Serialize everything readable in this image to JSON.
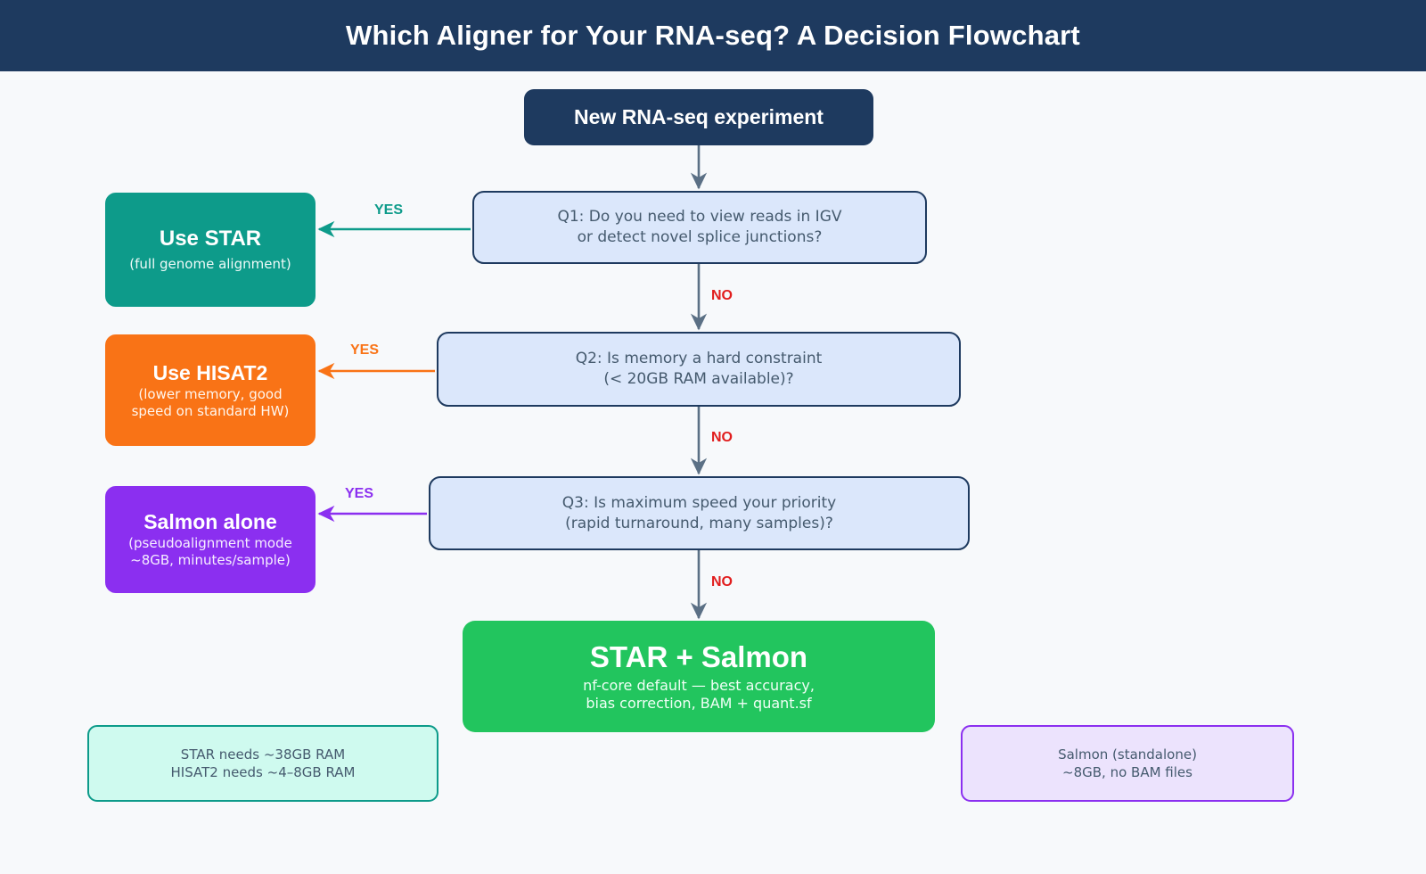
{
  "header": {
    "title": "Which Aligner for Your RNA-seq? A Decision Flowchart",
    "bg_color": "#1e3a5f",
    "text_color": "#ffffff"
  },
  "canvas": {
    "background": "#f7f9fb"
  },
  "nodes": {
    "start": {
      "label": "New RNA-seq experiment",
      "fill": "#1e3a5f",
      "text_color": "#ffffff"
    },
    "q1": {
      "text": "Q1: Do you need to view reads in IGV\nor detect novel splice junctions?",
      "fill": "#dbe7fb",
      "border": "#1e3a5f"
    },
    "q2": {
      "text": "Q2: Is memory a hard constraint\n(< 20GB RAM available)?",
      "fill": "#dbe7fb",
      "border": "#1e3a5f"
    },
    "q3": {
      "text": "Q3: Is maximum speed your priority\n(rapid turnaround, many samples)?",
      "fill": "#dbe7fb",
      "border": "#1e3a5f"
    },
    "star": {
      "title": "Use STAR",
      "subtitle": "(full genome alignment)",
      "fill": "#0d9b8a",
      "text_color": "#ffffff"
    },
    "hisat2": {
      "title": "Use HISAT2",
      "subtitle": "(lower memory, good\nspeed on standard HW)",
      "fill": "#f97316",
      "text_color": "#ffffff"
    },
    "salmon": {
      "title": "Salmon alone",
      "subtitle": "(pseudoalignment mode\n~8GB, minutes/sample)",
      "fill": "#8b2ff0",
      "text_color": "#ffffff"
    },
    "final": {
      "title": "STAR + Salmon",
      "subtitle": "nf-core default — best accuracy,\nbias correction, BAM + quant.sf",
      "fill": "#22c55e",
      "text_color": "#ffffff"
    }
  },
  "edges": {
    "yes_1": {
      "label": "YES",
      "color": "#0d9b8a"
    },
    "yes_2": {
      "label": "YES",
      "color": "#f97316"
    },
    "yes_3": {
      "label": "YES",
      "color": "#8b2ff0"
    },
    "no_1": {
      "label": "NO",
      "color": "#e11d1d"
    },
    "no_2": {
      "label": "NO",
      "color": "#e11d1d"
    },
    "no_3": {
      "label": "NO",
      "color": "#e11d1d"
    },
    "flow_arrow_color": "#5b7085"
  },
  "notes": {
    "memory": {
      "text": "STAR needs ~38GB RAM\nHISAT2 needs ~4–8GB RAM",
      "fill": "#cffaef",
      "border": "#0d9b8a"
    },
    "salmon": {
      "text": "Salmon (standalone)\n~8GB, no BAM files",
      "fill": "#ece3fd",
      "border": "#8b2ff0"
    }
  }
}
